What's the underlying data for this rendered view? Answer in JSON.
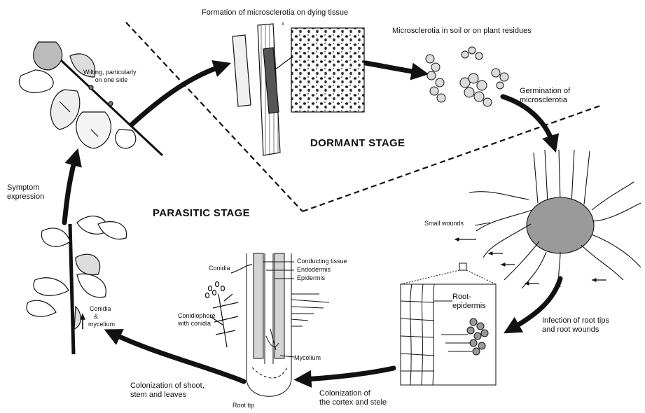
{
  "stages": {
    "dormant": "DORMANT STAGE",
    "parasitic": "PARASITIC STAGE"
  },
  "labels": {
    "formation": "Formation of microsclerotia on dying tissue",
    "microsclerotia_soil": "Microsclerotia in soil or on plant residues",
    "germination_1": "Germination of",
    "germination_2": "microsclerotia",
    "small_wounds": "Small wounds",
    "infection_1": "Infection of root tips",
    "infection_2": "and root wounds",
    "root_epidermis_1": "Root-",
    "root_epidermis_2": "epidermis",
    "colonization_cortex_1": "Colonization of",
    "colonization_cortex_2": "the cortex and stele",
    "root_tip": "Root tip",
    "mycelium": "Mycelium",
    "conducting_tissue": "Conducting tissue",
    "endodermis": "Endodermis",
    "epidermis": "Epidermis",
    "conidia": "Conidia",
    "conidiophore_1": "Conidiophore",
    "conidiophore_2": "with conidia",
    "colonization_shoot_1": "Colonization of shoot,",
    "colonization_shoot_2": "stem and leaves",
    "conidia_mycelium_1": "Conidia",
    "conidia_mycelium_2": "&",
    "conidia_mycelium_3": "mycelium",
    "symptom_1": "Symptom",
    "symptom_2": "expression",
    "wilting_1": "Wilting, particularly",
    "wilting_2": "on one side"
  },
  "colors": {
    "ink": "#111111",
    "paper": "#ffffff",
    "shade": "#9a9a9a",
    "light_shade": "#d4d4d4"
  }
}
